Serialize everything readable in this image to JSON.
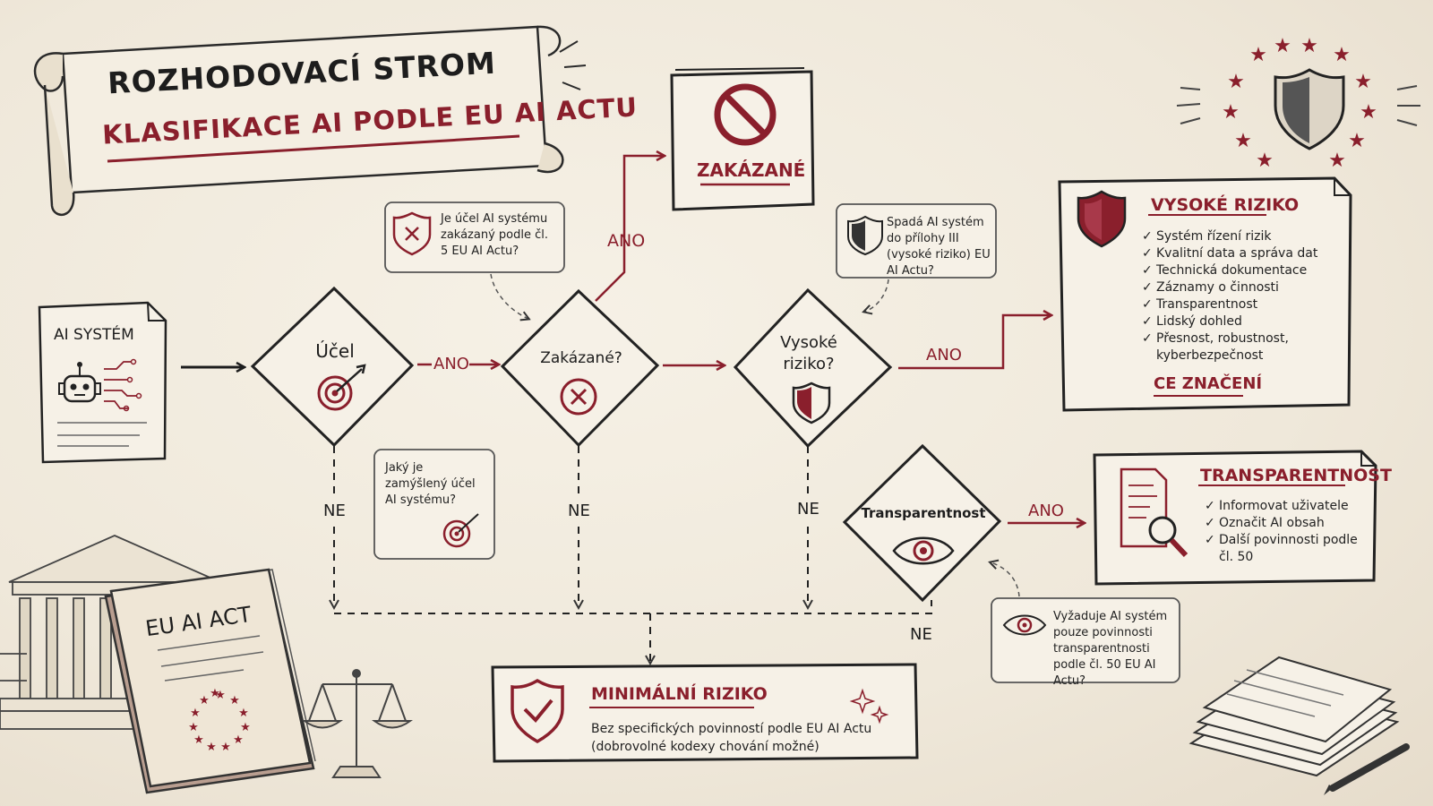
{
  "header": {
    "title": "ROZHODOVACÍ STROM",
    "subtitle": "KLASIFIKACE AI PODLE EU AI ACTU"
  },
  "input": {
    "label": "AI SYSTÉM"
  },
  "decisions": {
    "ucel": "Účel",
    "zakazane": "Zakázané?",
    "vysoke_line1": "Vysoké",
    "vysoke_line2": "riziko?",
    "transparentnost": "Transparentnost"
  },
  "notes": {
    "ucel": "Jaký je zamýšlený účel AI systému?",
    "zakazane": "Je účel AI systému zakázaný podle čl. 5 EU AI Actu?",
    "vysoke": "Spadá AI systém do přílohy III (vysoké riziko) EU AI Actu?",
    "transparentnost": "Vyžaduje AI systém pouze povinnosti transparentnosti podle čl. 50 EU AI Actu?"
  },
  "edges": {
    "ano": "ANO",
    "ne": "NE"
  },
  "outcomes": {
    "prohibited": {
      "title": "ZAKÁZANÉ"
    },
    "high_risk": {
      "title": "VYSOKÉ RIZIKO",
      "items": [
        "Systém řízení rizik",
        "Kvalitní data a správa dat",
        "Technická dokumentace",
        "Záznamy o činnosti",
        "Transparentnost",
        "Lidský dohled",
        "Přesnost, robustnost, kyberbezpečnost"
      ],
      "footer": "CE ZNAČENÍ"
    },
    "transparency": {
      "title": "TRANSPARENTNOST",
      "items": [
        "Informovat uživatele",
        "Označit AI obsah",
        "Další povinnosti podle čl. 50"
      ]
    },
    "minimal": {
      "title": "MINIMÁLNÍ RIZIKO",
      "text_line1": "Bez specifických povinností podle EU AI Actu",
      "text_line2": "(dobrovolné kodexy chování možné)"
    }
  },
  "book": {
    "title": "EU AI ACT"
  },
  "colors": {
    "accent": "#8a1f2c",
    "ink": "#1d1d1d",
    "paper": "#f1ebdf"
  },
  "icons": [
    "robot-icon",
    "target-icon",
    "cross-circle-icon",
    "shield-icon",
    "eye-icon",
    "prohibited-icon",
    "shield-check-icon",
    "document-search-icon",
    "eu-stars-shield-icon",
    "scales-icon",
    "courthouse-icon",
    "paper-stack-icon",
    "pen-icon"
  ]
}
